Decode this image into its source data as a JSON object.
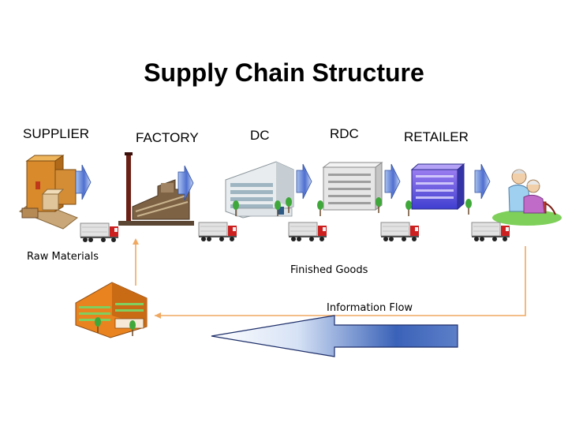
{
  "title": "Supply Chain Structure",
  "stages": [
    {
      "label": "SUPPLIER"
    },
    {
      "label": "FACTORY"
    },
    {
      "label": "DC"
    },
    {
      "label": "RDC"
    },
    {
      "label": "RETAILER"
    }
  ],
  "flow_labels": {
    "raw_materials": "Raw Materials",
    "finished_goods": "Finished Goods",
    "information_flow": "Information Flow"
  },
  "colors": {
    "arrow_fill": "#4f6fd0",
    "information_line": "#f0a860",
    "information_arrow": "#3a62b8",
    "truck_cab": "#cc1f1f"
  }
}
